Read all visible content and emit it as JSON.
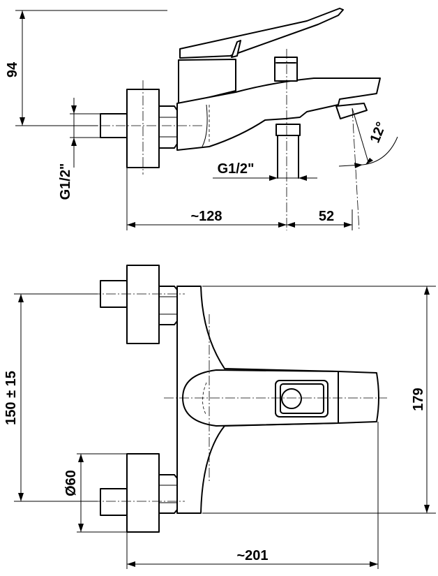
{
  "drawing": {
    "dimensions": {
      "height_spout": "94",
      "thread_inlet": "G1/2\"",
      "thread_outlet": "G1/2\"",
      "depth_body": "~128",
      "spout_offset": "52",
      "spout_angle": "12°",
      "inlet_spacing": "150 ± 15",
      "escutcheon_diameter": "Ø60",
      "overall_height": "179",
      "overall_depth": "~201"
    }
  }
}
